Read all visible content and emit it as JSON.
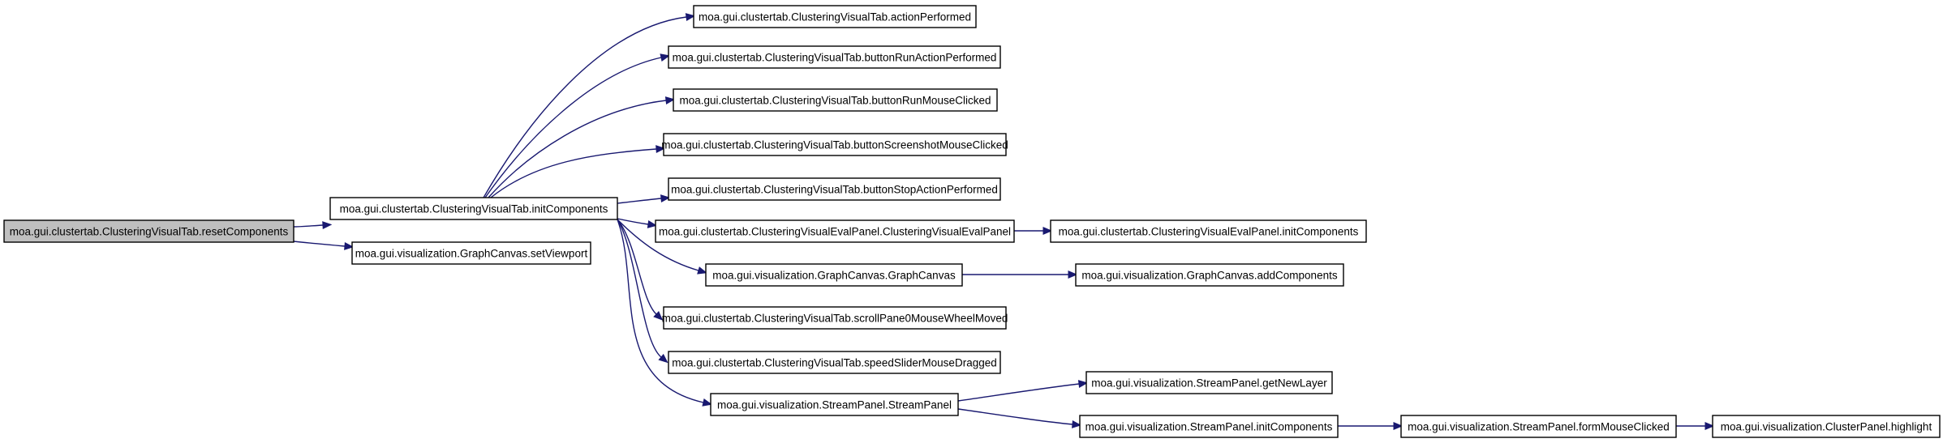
{
  "diagram": {
    "type": "call-graph",
    "edge_color": "#191970",
    "root_fill": "#bfbfbf",
    "nodes": [
      {
        "id": "n_reset",
        "label": "moa.gui.clustertab.ClusteringVisualTab.resetComponents",
        "root": true
      },
      {
        "id": "n_init",
        "label": "moa.gui.clustertab.ClusteringVisualTab.initComponents"
      },
      {
        "id": "n_viewport",
        "label": "moa.gui.visualization.GraphCanvas.setViewport"
      },
      {
        "id": "n_action",
        "label": "moa.gui.clustertab.ClusteringVisualTab.actionPerformed"
      },
      {
        "id": "n_runaction",
        "label": "moa.gui.clustertab.ClusteringVisualTab.buttonRunActionPerformed"
      },
      {
        "id": "n_runmouse",
        "label": "moa.gui.clustertab.ClusteringVisualTab.buttonRunMouseClicked"
      },
      {
        "id": "n_screenshot",
        "label": "moa.gui.clustertab.ClusteringVisualTab.buttonScreenshotMouseClicked"
      },
      {
        "id": "n_stop",
        "label": "moa.gui.clustertab.ClusteringVisualTab.buttonStopActionPerformed"
      },
      {
        "id": "n_evalpanel",
        "label": "moa.gui.clustertab.ClusteringVisualEvalPanel.ClusteringVisualEvalPanel"
      },
      {
        "id": "n_evalinit",
        "label": "moa.gui.clustertab.ClusteringVisualEvalPanel.initComponents"
      },
      {
        "id": "n_graphcanvas",
        "label": "moa.gui.visualization.GraphCanvas.GraphCanvas"
      },
      {
        "id": "n_addcomp",
        "label": "moa.gui.visualization.GraphCanvas.addComponents"
      },
      {
        "id": "n_wheel",
        "label": "moa.gui.clustertab.ClusteringVisualTab.scrollPane0MouseWheelMoved"
      },
      {
        "id": "n_slider",
        "label": "moa.gui.clustertab.ClusteringVisualTab.speedSliderMouseDragged"
      },
      {
        "id": "n_streampanel",
        "label": "moa.gui.visualization.StreamPanel.StreamPanel"
      },
      {
        "id": "n_newlayer",
        "label": "moa.gui.visualization.StreamPanel.getNewLayer"
      },
      {
        "id": "n_streaminit",
        "label": "moa.gui.visualization.StreamPanel.initComponents"
      },
      {
        "id": "n_formclick",
        "label": "moa.gui.visualization.StreamPanel.formMouseClicked"
      },
      {
        "id": "n_highlight",
        "label": "moa.gui.visualization.ClusterPanel.highlight"
      }
    ],
    "edges": [
      {
        "from": "n_reset",
        "to": "n_init"
      },
      {
        "from": "n_reset",
        "to": "n_viewport"
      },
      {
        "from": "n_init",
        "to": "n_action"
      },
      {
        "from": "n_init",
        "to": "n_runaction"
      },
      {
        "from": "n_init",
        "to": "n_runmouse"
      },
      {
        "from": "n_init",
        "to": "n_screenshot"
      },
      {
        "from": "n_init",
        "to": "n_stop"
      },
      {
        "from": "n_init",
        "to": "n_evalpanel"
      },
      {
        "from": "n_init",
        "to": "n_graphcanvas"
      },
      {
        "from": "n_init",
        "to": "n_wheel"
      },
      {
        "from": "n_init",
        "to": "n_slider"
      },
      {
        "from": "n_init",
        "to": "n_streampanel"
      },
      {
        "from": "n_evalpanel",
        "to": "n_evalinit"
      },
      {
        "from": "n_graphcanvas",
        "to": "n_addcomp"
      },
      {
        "from": "n_streampanel",
        "to": "n_newlayer"
      },
      {
        "from": "n_streampanel",
        "to": "n_streaminit"
      },
      {
        "from": "n_streaminit",
        "to": "n_formclick"
      },
      {
        "from": "n_formclick",
        "to": "n_highlight"
      }
    ]
  }
}
